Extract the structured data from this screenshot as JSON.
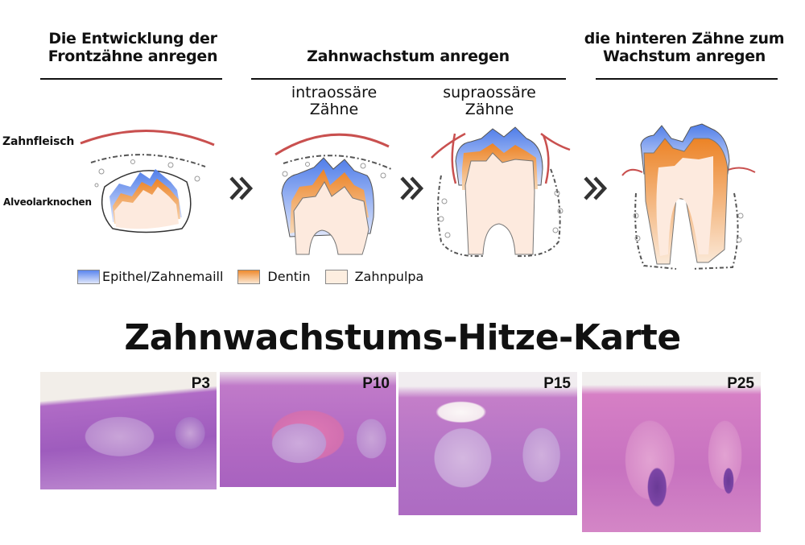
{
  "headers": {
    "front_teeth": [
      "Die Entwicklung der",
      "Frontzähne anregen"
    ],
    "growth": "Zahnwachstum anregen",
    "back_teeth": [
      "die hinteren Zähne zum",
      "Wachstum anregen"
    ]
  },
  "stages": {
    "intraosseous": [
      "intraossäre",
      "Zähne"
    ],
    "supraosseous": [
      "supraossäre",
      "Zähne"
    ]
  },
  "labels": {
    "gum": "Zahnfleisch",
    "alveolar_bone": "Alveolarknochen"
  },
  "arrows": [
    "double-chevron-right-icon",
    "double-chevron-right-icon",
    "double-chevron-right-icon"
  ],
  "legend": [
    {
      "label": "Epithel/Zahnemaill",
      "color_top": "#5b86ee",
      "color_bottom": "#dfe6fb"
    },
    {
      "label": "Dentin",
      "color_top": "#ee8a2e",
      "color_bottom": "#fbe7d2"
    },
    {
      "label": "Zahnpulpa",
      "color_top": "#fdeee0",
      "color_bottom": "#fdeee0"
    }
  ],
  "colors": {
    "gum_line": "#c9504f",
    "enamel": "#5b86ee",
    "dentin": "#ee8a2e",
    "pulp": "#fdeade",
    "arrow": "#333333",
    "histology_base": "#b46cc4",
    "histology_pink": "#dc7fb8"
  },
  "heatmap_title": "Zahnwachstums-Hitze-Karte",
  "histology_panels": [
    {
      "tag": "P3"
    },
    {
      "tag": "P10"
    },
    {
      "tag": "P15"
    },
    {
      "tag": "P25"
    }
  ]
}
